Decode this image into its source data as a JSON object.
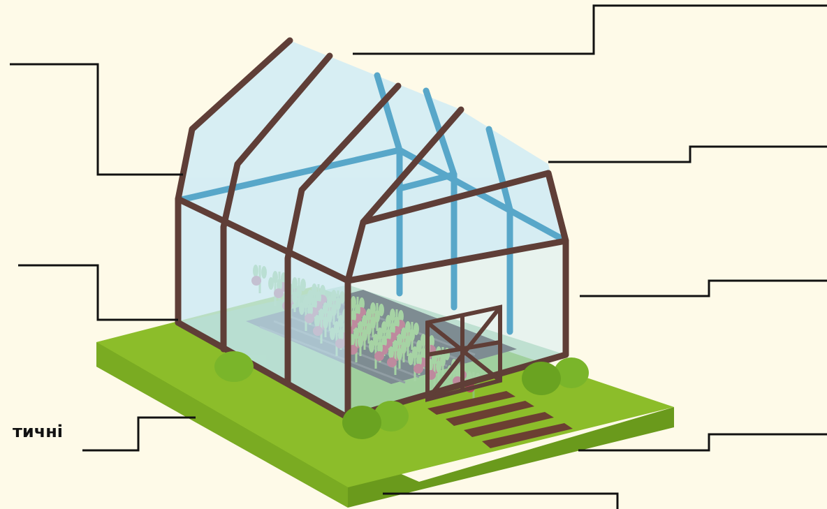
{
  "labels": {
    "left_bottom": "тичні"
  },
  "colors": {
    "background": "#fefae8",
    "frame": "#5f3e37",
    "glass": "#c9e9f7",
    "inner_frame": "#58a7c9",
    "grass_top": "#8cbd2a",
    "grass_side": "#6a9a1c",
    "plants_leaf": "#8fc46a",
    "plants_fruit": "#b7485f",
    "beds": "#4b4b4b",
    "path_steps": "#6b3f32",
    "callout_line": "#111111"
  },
  "callouts": [
    {
      "name": "roof-ridge-callout"
    },
    {
      "name": "roof-left-callout"
    },
    {
      "name": "roof-right-callout"
    },
    {
      "name": "wall-left-callout"
    },
    {
      "name": "wall-right-callout"
    },
    {
      "name": "ground-left-callout"
    },
    {
      "name": "ground-right-callout"
    },
    {
      "name": "base-bottom-callout"
    }
  ]
}
